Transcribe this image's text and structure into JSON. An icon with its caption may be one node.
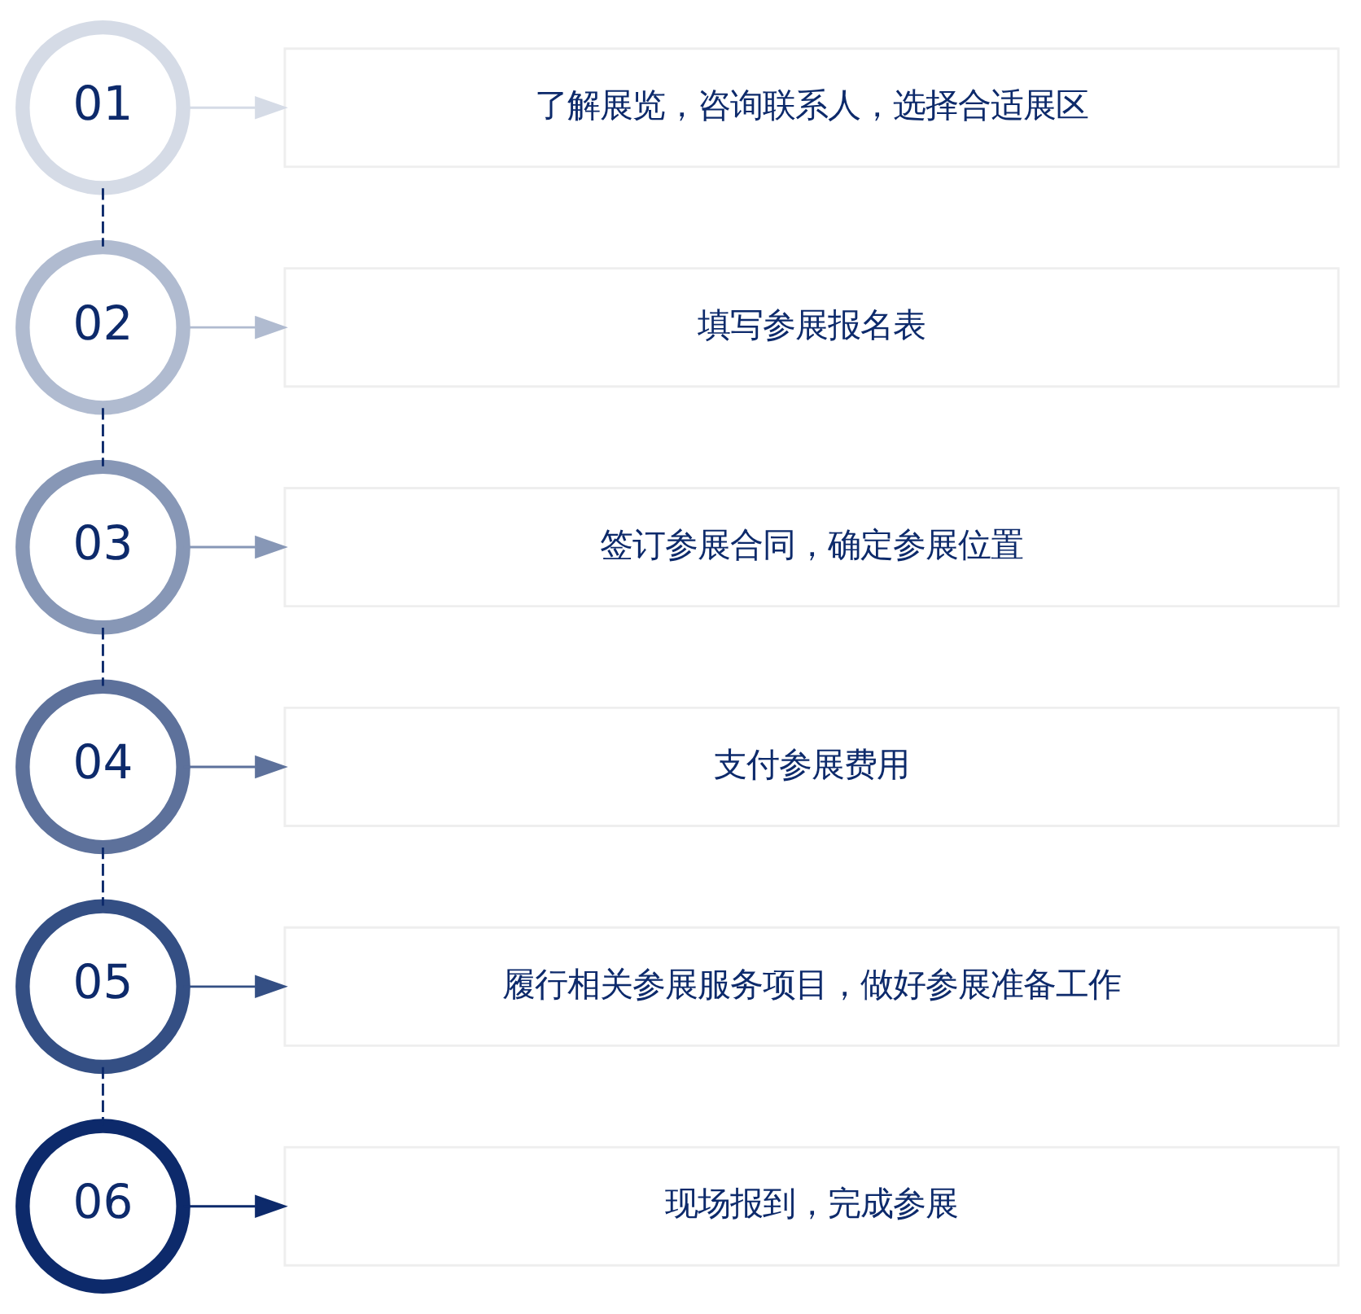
{
  "diagram": {
    "nodes": [
      {
        "text": [
          "01"
        ]
      },
      {
        "text": [
          "了解展览，咨询联系人，选择合适展区"
        ]
      },
      {
        "text": [
          "02"
        ]
      },
      {
        "text": [
          "填写参展报名表"
        ]
      },
      {
        "text": [
          "03"
        ]
      },
      {
        "text": [
          "签订参展合同，确定参展位置"
        ]
      },
      {
        "text": [
          "04"
        ]
      },
      {
        "text": [
          "支付参展费用"
        ]
      },
      {
        "text": [
          "05"
        ]
      },
      {
        "text": [
          "履行相关参展服务项目，做好参展准备工作"
        ]
      },
      {
        "text": [
          "06"
        ]
      },
      {
        "text": [
          "现场报到，完成参展"
        ]
      }
    ],
    "edges": [
      {
        "from": 0,
        "to": 1,
        "arrow": "to",
        "color": "#d5dbe6"
      },
      {
        "from": 2,
        "to": 3,
        "arrow": "to",
        "color": "#b0bbd0"
      },
      {
        "from": 4,
        "to": 5,
        "arrow": "to",
        "color": "#8797b6"
      },
      {
        "from": 6,
        "to": 7,
        "arrow": "to",
        "color": "#5d719b"
      },
      {
        "from": 8,
        "to": 9,
        "arrow": "to",
        "color": "#344f84"
      },
      {
        "from": 10,
        "to": 11,
        "arrow": "to",
        "color": "#0d2a6b"
      },
      {
        "from": 0,
        "to": 2,
        "arrow": "none",
        "style": "dashed"
      },
      {
        "from": 2,
        "to": 4,
        "arrow": "none",
        "style": "dashed"
      },
      {
        "from": 4,
        "to": 6,
        "arrow": "none",
        "style": "dashed"
      },
      {
        "from": 6,
        "to": 8,
        "arrow": "none",
        "style": "dashed"
      },
      {
        "from": 8,
        "to": 10,
        "arrow": "none",
        "style": "dashed"
      }
    ]
  }
}
